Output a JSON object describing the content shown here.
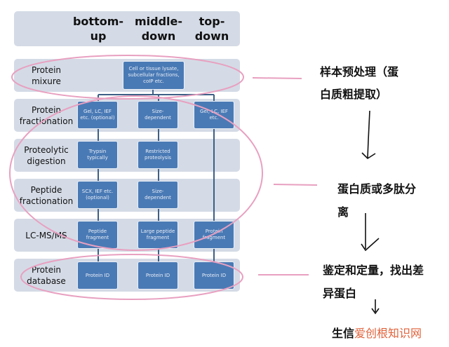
{
  "headers": [
    "bottom-\nup",
    "middle-\ndown",
    "top-\ndown"
  ],
  "rows": [
    {
      "label": "Protein\nmixure"
    },
    {
      "label": "Protein\nfractionation"
    },
    {
      "label": "Proteolytic\ndigestion"
    },
    {
      "label": "Peptide\nfractionation"
    },
    {
      "label": "LC-MS/MS"
    },
    {
      "label": "Protein\ndatabase"
    }
  ],
  "boxes": {
    "mixture": "Cell or tissue lysate, subcellular fractions, coIP etc.",
    "frac_bu": "Gel, LC, IEF etc. (optional)",
    "frac_md": "Size-dependent",
    "frac_td": "Gel, LC, IEF etc.",
    "dig_bu": "Trypsin typically",
    "dig_md": "Restricted proteolysis",
    "pep_bu": "SCX, IEF etc. (optional)",
    "pep_md": "Size-dependent",
    "ms_bu": "Peptide fragment",
    "ms_md": "Large peptide fragment",
    "ms_td": "Protein fragment",
    "db_bu": "Protein ID",
    "db_md": "Protein ID",
    "db_td": "Protein ID"
  },
  "annotations": {
    "a1": "样本预处理（蛋",
    "a1b": "白质粗提取）",
    "a2": "蛋白质或多肽分",
    "a2b": "离",
    "a3": "鉴定和定量，找出差",
    "a3b": "异蛋白",
    "a4": "生信",
    "watermark": "爱创根知识网"
  },
  "colors": {
    "band": "#d4dbe6",
    "box": "#4a7ab5",
    "ellipse": "#e8a0c0"
  }
}
